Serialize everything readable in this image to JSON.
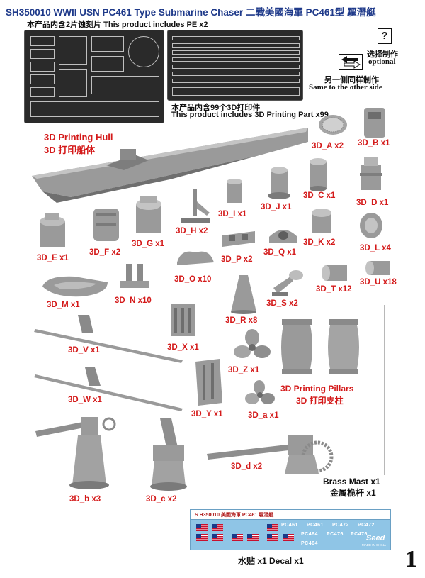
{
  "header": {
    "title": "SH350010 WWII USN PC461 Type Submarine Chaser 二戰美國海軍 PC461型 驅潛艇",
    "pe_note": "本产品内含2片蚀刻片 This product includes PE x2",
    "print_note_cn": "本产品内含99个3D打印件",
    "print_note_en": "This product includes 3D Printing Part x99"
  },
  "legend": {
    "optional_cn": "选择制作",
    "optional_en": "optional",
    "optional_symbol": "?",
    "same_side_cn": "另一侧同样制作",
    "same_side_en": "Same to the other side"
  },
  "parts": {
    "hull_en": "3D Printing Hull",
    "hull_cn": "3D 打印船体",
    "pillars_en": "3D Printing Pillars",
    "pillars_cn": "3D 打印支柱",
    "mast_en": "Brass Mast x1",
    "mast_cn": "金属桅杆 x1",
    "A": "3D_A x2",
    "B": "3D_B x1",
    "C": "3D_C x1",
    "D": "3D_D x1",
    "E": "3D_E x1",
    "F": "3D_F x2",
    "G": "3D_G x1",
    "H": "3D_H x2",
    "I": "3D_I x1",
    "J": "3D_J x1",
    "K": "3D_K x2",
    "L": "3D_L x4",
    "M": "3D_M x1",
    "N": "3D_N x10",
    "O": "3D_O x10",
    "P": "3D_P x2",
    "Q": "3D_Q x1",
    "R": "3D_R x8",
    "S": "3D_S x2",
    "T": "3D_T x12",
    "U": "3D_U x18",
    "V": "3D_V x1",
    "W": "3D_W x1",
    "X": "3D_X x1",
    "Y": "3D_Y x1",
    "Z": "3D_Z x1",
    "a": "3D_a x1",
    "b": "3D_b x3",
    "c": "3D_c x2",
    "d": "3D_d x2"
  },
  "decal": {
    "header": "S H350010 美國海軍 PC461 驅潛艇",
    "numbers_row1": [
      "PC461",
      "PC461",
      "PC472",
      "PC472"
    ],
    "numbers_row2": [
      "PC464",
      "PC476",
      "PC476"
    ],
    "numbers_row3": [
      "PC464"
    ],
    "brand": "Seed",
    "brand_sub": "MADE IN CHINA",
    "caption": "水贴 x1 Decal x1"
  },
  "page_number": "1",
  "colors": {
    "label_red": "#d41a1a",
    "title_blue": "#1f3a8a",
    "part_gray": "#9a9a9a",
    "decal_blue": "#8fc5e6"
  }
}
